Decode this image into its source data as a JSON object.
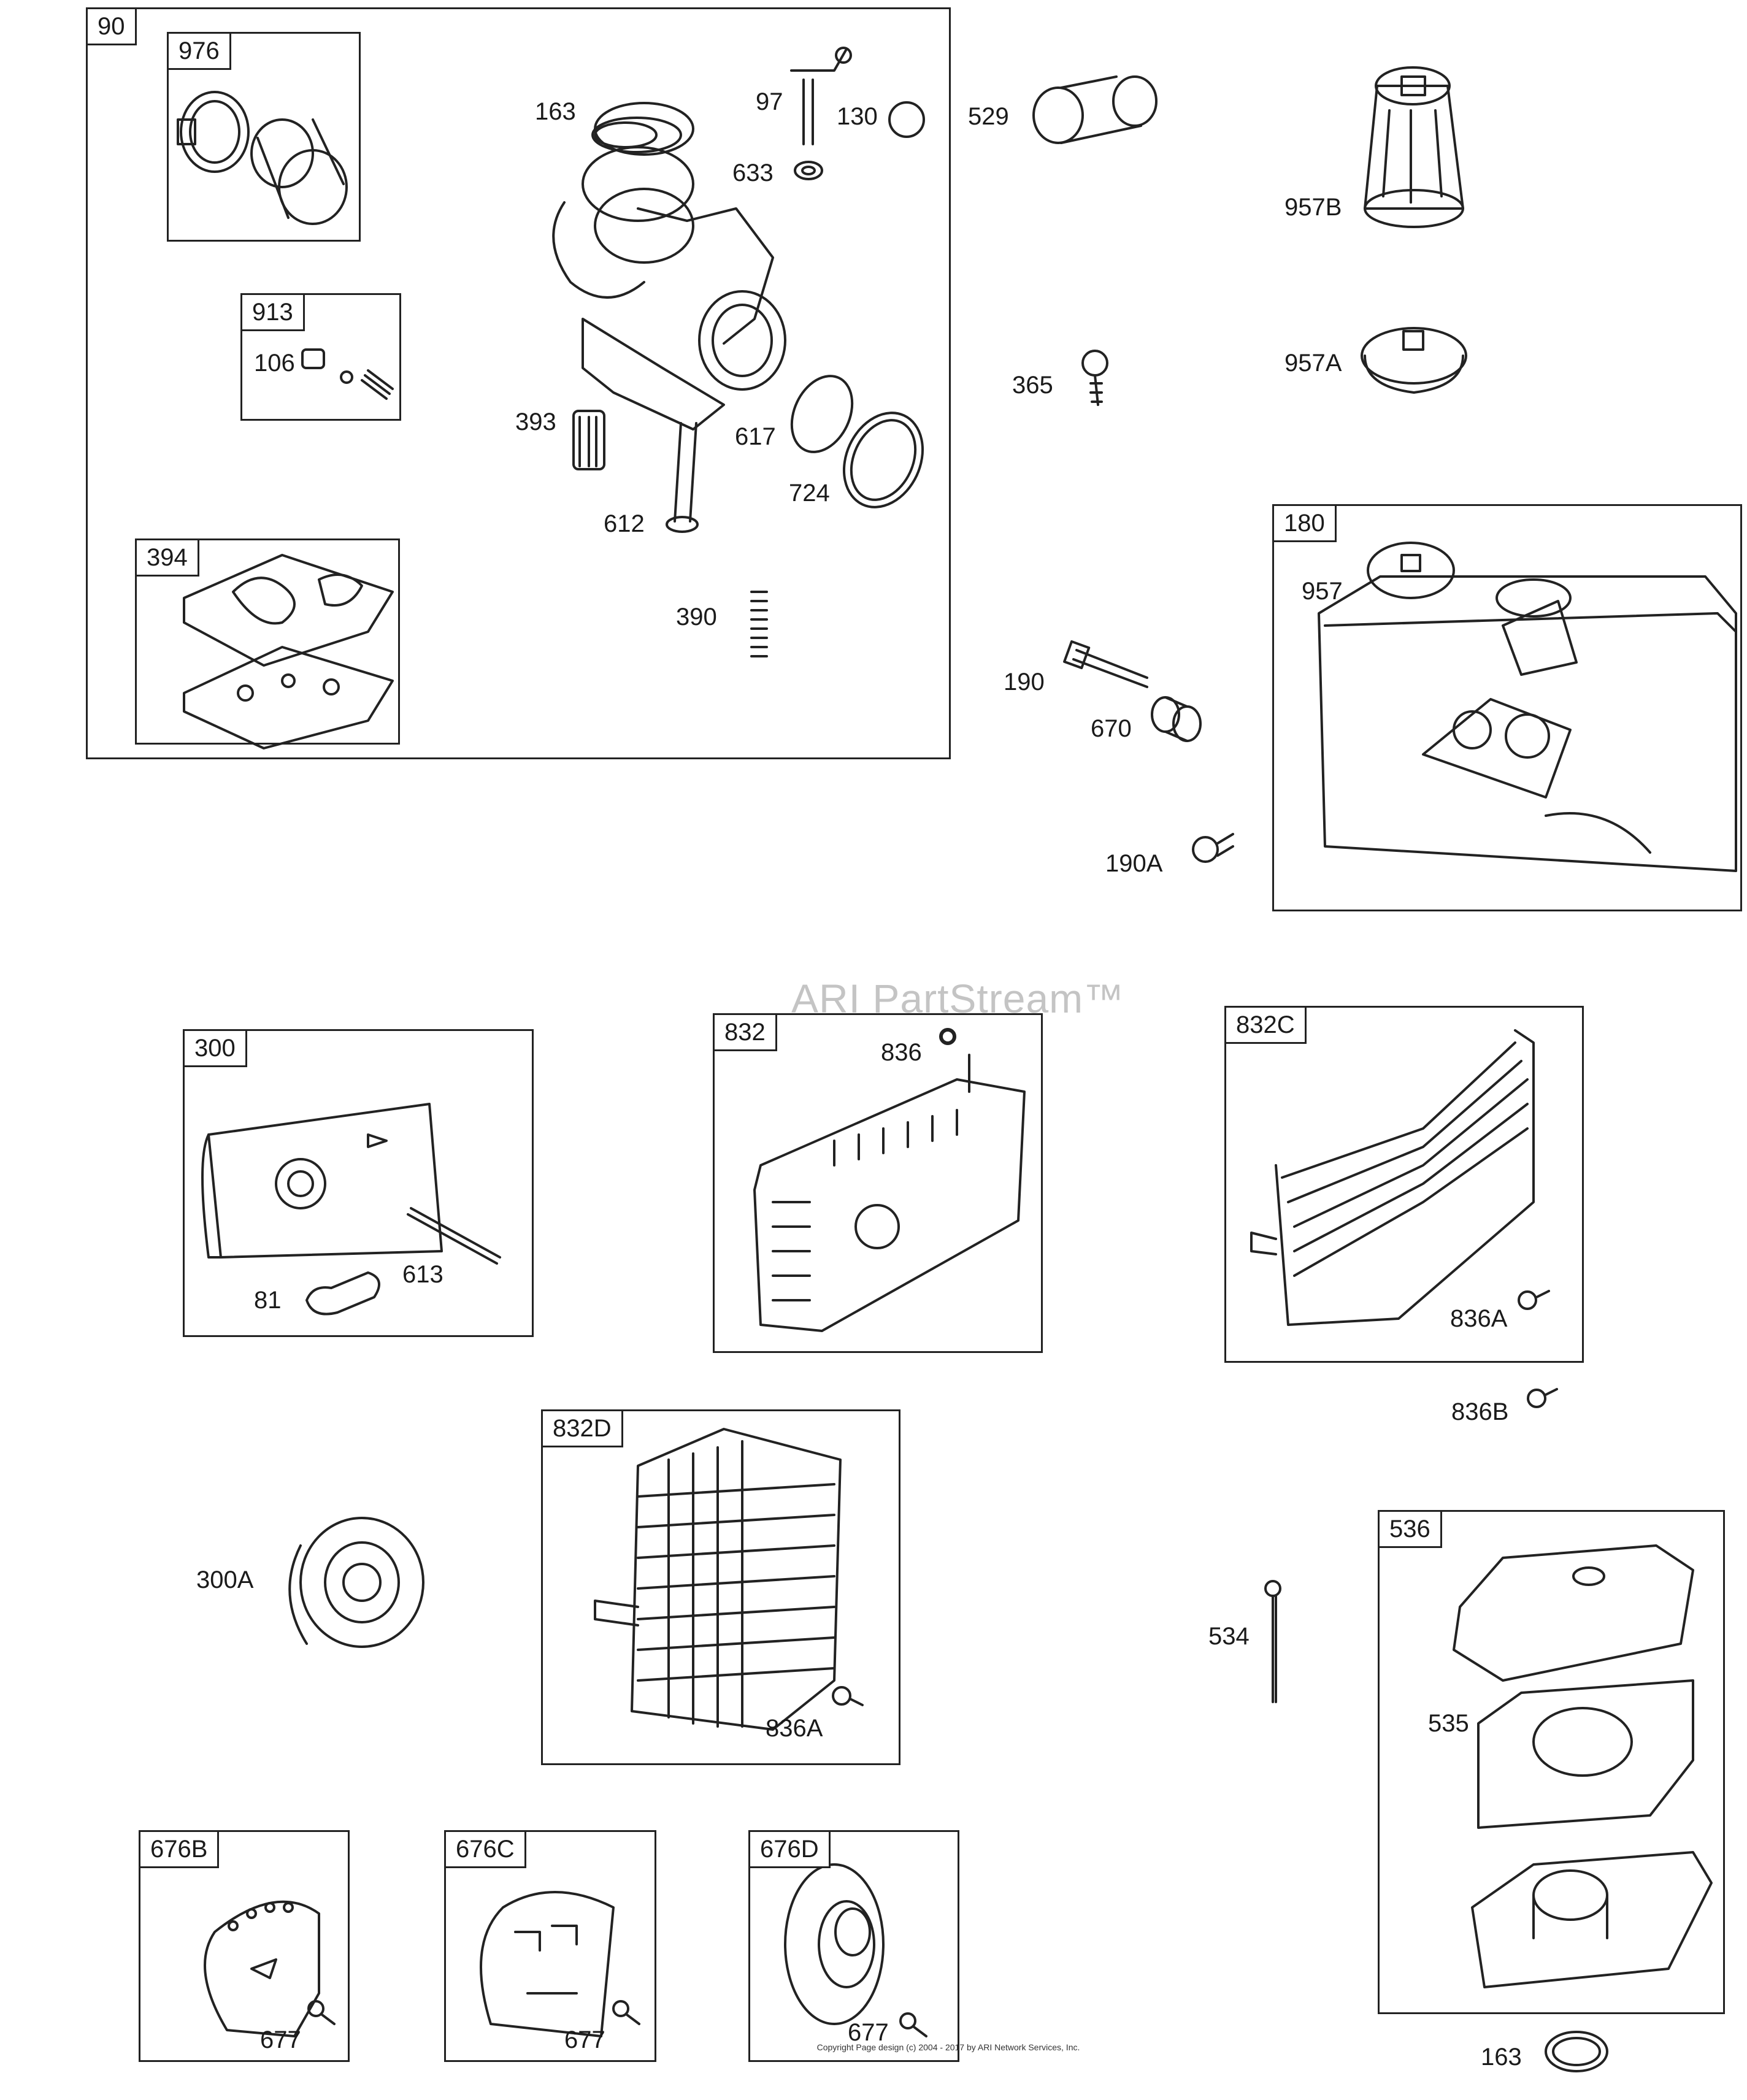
{
  "watermark": "ARI PartStream™",
  "copyright": "Copyright Page design (c) 2004 - 2017 by ARI Network Services, Inc.",
  "boxes": {
    "b90": "90",
    "b976": "976",
    "b913": "913",
    "b394": "394",
    "b180": "180",
    "b300": "300",
    "b832": "832",
    "b832c": "832C",
    "b832d": "832D",
    "b536": "536",
    "b676b": "676B",
    "b676c": "676C",
    "b676d": "676D"
  },
  "labels": {
    "p163a": "163",
    "p97": "97",
    "p130": "130",
    "p633": "633",
    "p106": "106",
    "p393": "393",
    "p617": "617",
    "p724": "724",
    "p612": "612",
    "p390": "390",
    "p529": "529",
    "p957b": "957B",
    "p365": "365",
    "p957a": "957A",
    "p957": "957",
    "p190": "190",
    "p670": "670",
    "p190a": "190A",
    "p81": "81",
    "p613": "613",
    "p836": "836",
    "p836a1": "836A",
    "p836b": "836B",
    "p300a": "300A",
    "p836a2": "836A",
    "p534": "534",
    "p535": "535",
    "p677a": "677",
    "p677b": "677",
    "p677c": "677",
    "p163b": "163"
  },
  "colors": {
    "line": "#222222",
    "watermark": "#c4c4c4"
  }
}
